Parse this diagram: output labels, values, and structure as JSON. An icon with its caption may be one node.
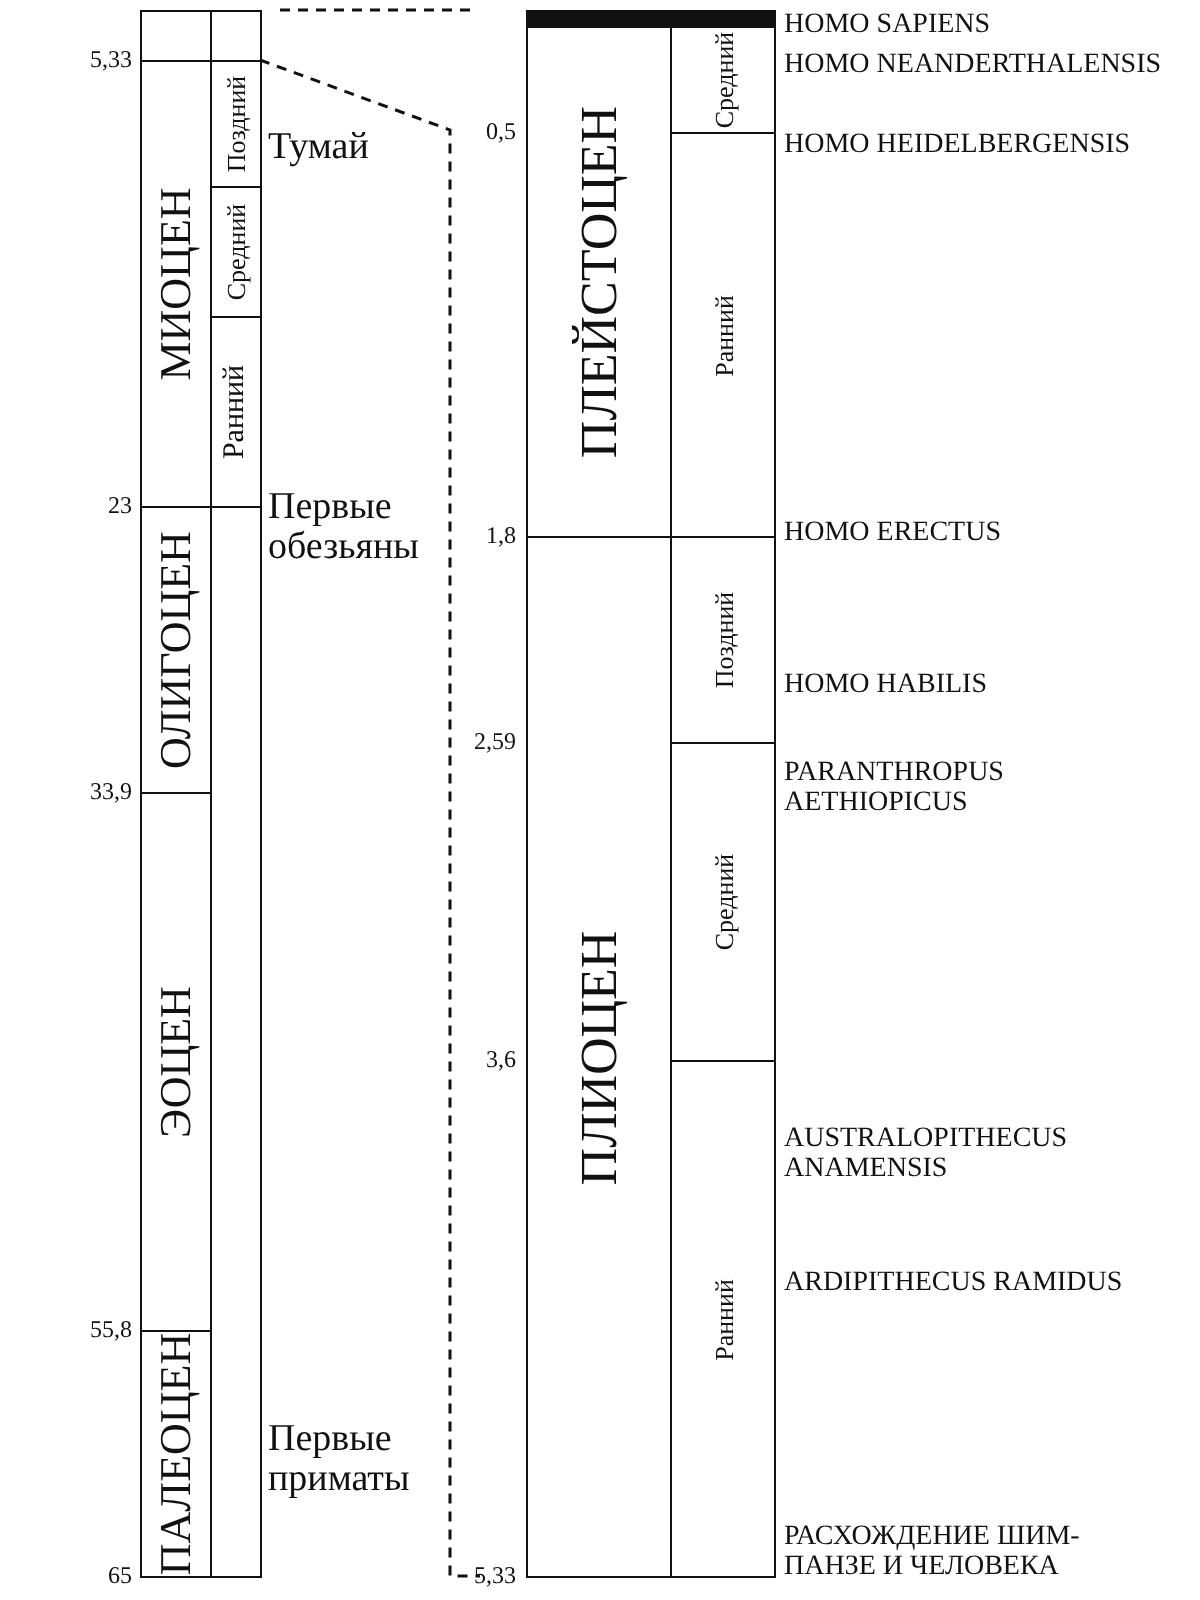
{
  "diagram": {
    "nodes": [
      {
        "text": [],
        "shape": "box"
      },
      {
        "text": [],
        "shape": "box"
      },
      {
        "text": [
          "МИОЦЕН"
        ]
      },
      {
        "text": [
          "Поздний"
        ]
      },
      {
        "text": [
          "Средний"
        ]
      },
      {
        "text": [
          "Ранний"
        ]
      },
      {
        "text": [
          "ОЛИГОЦЕН"
        ]
      },
      {
        "text": [],
        "shape": "box"
      },
      {
        "text": [
          "ЭОЦЕН"
        ]
      },
      {
        "text": [
          "ПАЛЕОЦЕН"
        ]
      },
      {
        "text": [],
        "shape": "bar"
      },
      {
        "text": [
          "ПЛЕЙСТОЦЕН"
        ]
      },
      {
        "text": [
          "Средний"
        ]
      },
      {
        "text": [
          "Ранний"
        ]
      },
      {
        "text": [
          "ПЛИОЦЕН"
        ]
      },
      {
        "text": [
          "Поздний"
        ]
      },
      {
        "text": [
          "Средний"
        ]
      },
      {
        "text": [
          "Ранний"
        ]
      }
    ],
    "labels": [
      "HOMO SAPIENS",
      "5,33",
      "HOMO NEANDERTHALENSIS",
      "0,5",
      "HOMO HEIDELBERGENSIS",
      "Тумай",
      "23",
      "Первые обезьяны",
      "1,8",
      "HOMO ERECTUS",
      "HOMO HABILIS",
      "2,59",
      "PARANTHROPUS AETHIOPICUS",
      "33,9",
      "3,6",
      "AUSTRALOPITHECUS ANAMENSIS",
      "ARDIPITHECUS RAMIDUS",
      "55,8",
      "Первые приматы",
      "РАСХОЖДЕНИЕ ШИМ-ПАНЗЕ И ЧЕЛОВЕКА",
      "65",
      "5,33"
    ]
  }
}
